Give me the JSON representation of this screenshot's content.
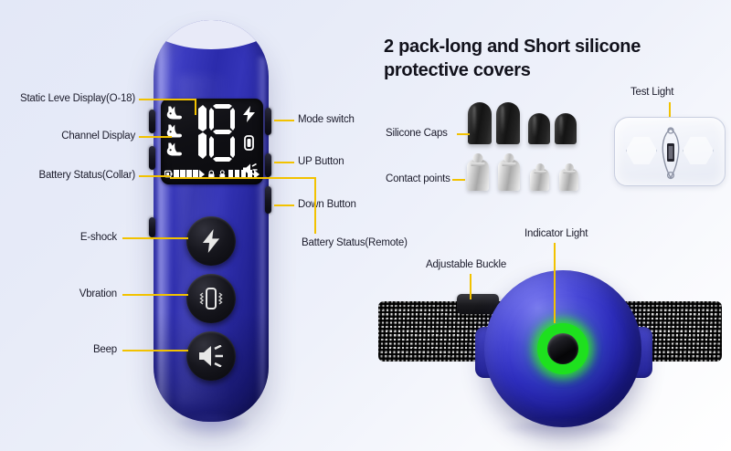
{
  "background": {
    "tint_start": "#e3e8f7",
    "tint_end": "#ffffff"
  },
  "headline": "2 pack-long and Short silicone protective covers",
  "colors": {
    "leader_line": "#f2c200",
    "remote_blue": "#2b2bac",
    "receiver_blue": "#2f2fc0",
    "indicator_green": "#1ee01e",
    "label_text": "#1b1b2b"
  },
  "remote": {
    "labels_left": [
      {
        "id": "static-level-display",
        "text": "Static Leve Display(O-18)"
      },
      {
        "id": "channel-display",
        "text": "Channel Display"
      },
      {
        "id": "battery-status-collar",
        "text": "Battery Status(Collar)"
      },
      {
        "id": "e-shock",
        "text": "E-shock"
      },
      {
        "id": "vibration",
        "text": "Vbration"
      },
      {
        "id": "beep",
        "text": "Beep"
      }
    ],
    "labels_right": [
      {
        "id": "mode-switch",
        "text": "Mode switch"
      },
      {
        "id": "up-button",
        "text": "UP Button"
      },
      {
        "id": "down-button",
        "text": "Down Button"
      },
      {
        "id": "battery-status-remote",
        "text": "Battery Status(Remote)"
      }
    ],
    "lcd": {
      "level_value": "18",
      "channel_count": 3,
      "battery_collar_segments": 4,
      "battery_remote_segments": 4,
      "mode_icons": [
        "shock-bolt-icon",
        "vibrate-icon",
        "beep-speaker-icon"
      ],
      "center_icons": [
        "lock-icon",
        "key-icon"
      ]
    },
    "face_buttons": [
      {
        "id": "e-shock-button",
        "icon": "lightning-bolt-icon"
      },
      {
        "id": "vibration-button",
        "icon": "vibrating-device-icon"
      },
      {
        "id": "beep-button",
        "icon": "speaker-icon"
      }
    ],
    "side_buttons": [
      {
        "id": "mode-switch-button"
      },
      {
        "id": "up-button"
      },
      {
        "id": "down-button"
      }
    ]
  },
  "accessories": {
    "silicone_caps_label": "Silicone Caps",
    "contact_points_label": "Contact points",
    "test_light_label": "Test Light",
    "cap_count": 4,
    "contact_point_count": 4,
    "cap_sizes": [
      "long",
      "long",
      "short",
      "short"
    ],
    "contact_sizes": [
      "long",
      "long",
      "short",
      "short"
    ]
  },
  "collar": {
    "indicator_light_label": "Indicator Light",
    "adjustable_buckle_label": "Adjustable Buckle",
    "indicator_state": "on"
  }
}
